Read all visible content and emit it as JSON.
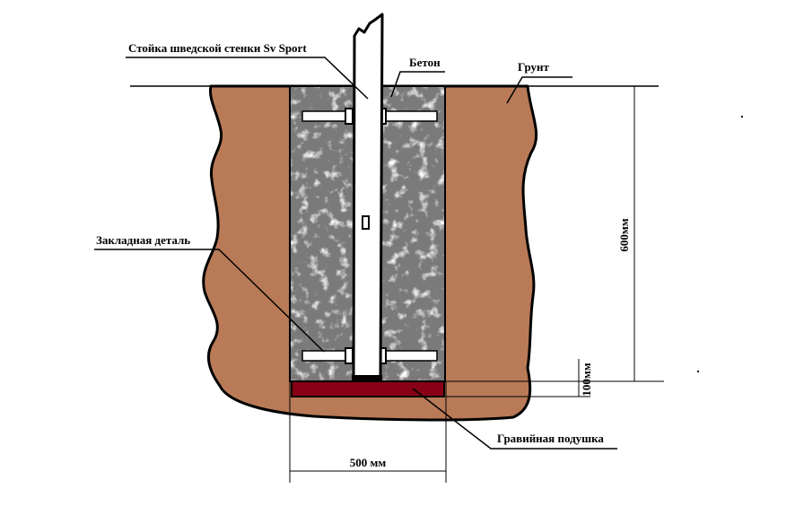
{
  "labels": {
    "post": "Стойка шведской стенки Sv Sport",
    "concrete": "Бетон",
    "soil": "Грунт",
    "embedded_part": "Закладная деталь",
    "gravel_pad": "Гравийная подушка",
    "width_dim": "500 мм",
    "depth_dim": "600мм",
    "pad_dim": "100мм"
  },
  "colors": {
    "soil": "#b97a57",
    "concrete": "#7a7a7a",
    "gravel_pad": "#880015",
    "post": "#ffffff",
    "line": "#000000"
  }
}
